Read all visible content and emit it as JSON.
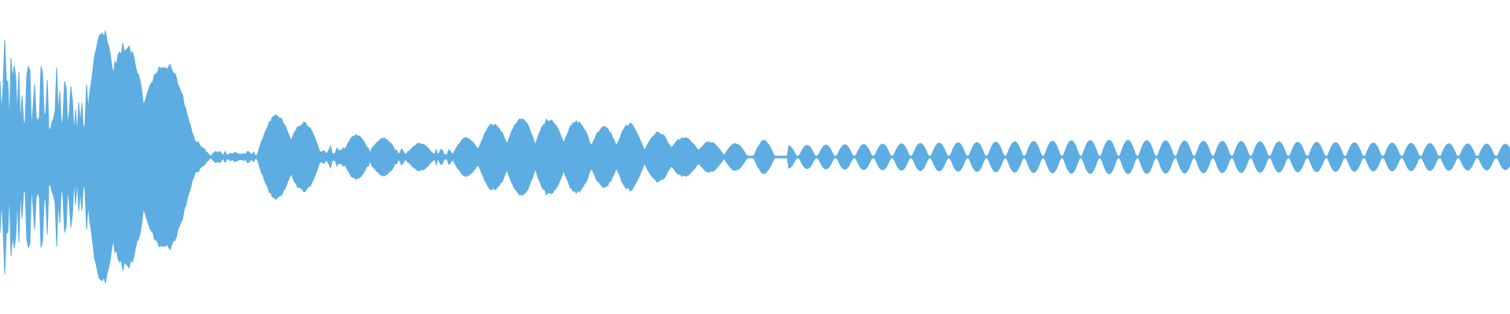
{
  "waveform": {
    "color": "#5DADE2",
    "background": "#ffffff",
    "sample_count": 960,
    "segments": [
      {
        "kind": "noise",
        "start": 0.0,
        "end": 0.065,
        "amp": 0.85
      },
      {
        "kind": "burst",
        "center": 0.068,
        "width": 0.013,
        "amp": 0.92
      },
      {
        "kind": "burst",
        "center": 0.083,
        "width": 0.018,
        "amp": 0.82
      },
      {
        "kind": "burst",
        "center": 0.109,
        "width": 0.022,
        "amp": 0.68
      },
      {
        "kind": "decay",
        "start": 0.119,
        "end": 0.14,
        "amp": 0.26
      },
      {
        "kind": "noise",
        "start": 0.14,
        "end": 0.172,
        "amp": 0.06
      },
      {
        "kind": "burst",
        "center": 0.183,
        "width": 0.013,
        "amp": 0.3
      },
      {
        "kind": "burst",
        "center": 0.201,
        "width": 0.012,
        "amp": 0.25
      },
      {
        "kind": "noise",
        "start": 0.208,
        "end": 0.305,
        "amp": 0.09
      },
      {
        "kind": "burst",
        "center": 0.236,
        "width": 0.01,
        "amp": 0.16
      },
      {
        "kind": "burst",
        "center": 0.254,
        "width": 0.01,
        "amp": 0.14
      },
      {
        "kind": "burst",
        "center": 0.278,
        "width": 0.01,
        "amp": 0.1
      },
      {
        "kind": "burst",
        "center": 0.309,
        "width": 0.01,
        "amp": 0.14
      },
      {
        "kind": "burst",
        "center": 0.327,
        "width": 0.012,
        "amp": 0.24
      },
      {
        "kind": "burst",
        "center": 0.345,
        "width": 0.012,
        "amp": 0.28
      },
      {
        "kind": "burst",
        "center": 0.364,
        "width": 0.012,
        "amp": 0.28
      },
      {
        "kind": "burst",
        "center": 0.382,
        "width": 0.012,
        "amp": 0.26
      },
      {
        "kind": "burst",
        "center": 0.4,
        "width": 0.011,
        "amp": 0.22
      },
      {
        "kind": "burst",
        "center": 0.417,
        "width": 0.011,
        "amp": 0.24
      },
      {
        "kind": "burst",
        "center": 0.436,
        "width": 0.011,
        "amp": 0.18
      },
      {
        "kind": "burst",
        "center": 0.453,
        "width": 0.012,
        "amp": 0.14
      },
      {
        "kind": "burst",
        "center": 0.47,
        "width": 0.01,
        "amp": 0.11
      },
      {
        "kind": "burst",
        "center": 0.487,
        "width": 0.008,
        "amp": 0.1
      },
      {
        "kind": "burst",
        "center": 0.506,
        "width": 0.007,
        "amp": 0.12
      }
    ],
    "train": {
      "start": 0.522,
      "end": 1.0,
      "step": 0.0125,
      "width": 0.0055,
      "amp_start": 0.08,
      "amp_mid": 0.12,
      "amp_end": 0.09,
      "mid_at": 0.735
    }
  }
}
